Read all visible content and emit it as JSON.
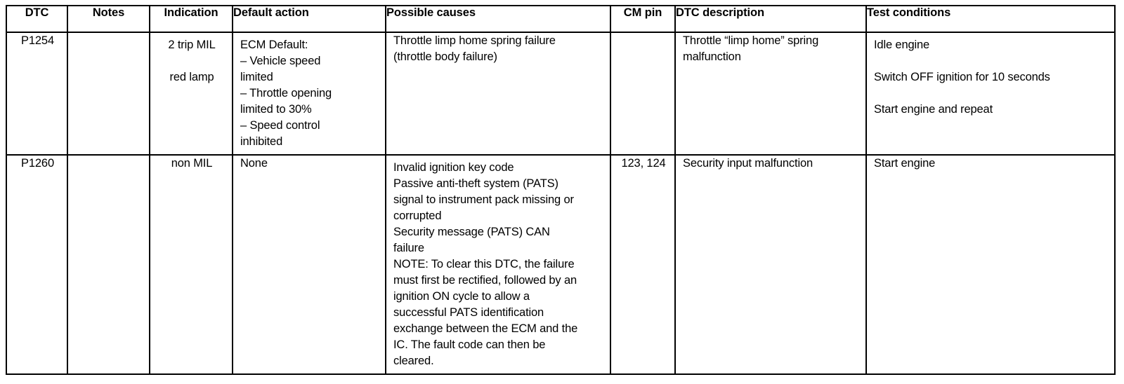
{
  "table": {
    "name": "DTC diagnostic trouble code table",
    "columns": [
      {
        "key": "dtc",
        "label": "DTC"
      },
      {
        "key": "notes",
        "label": "Notes"
      },
      {
        "key": "indication",
        "label": "Indication"
      },
      {
        "key": "default_action",
        "label": "Default action"
      },
      {
        "key": "possible_causes",
        "label": "Possible causes"
      },
      {
        "key": "cm_pin",
        "label": "CM pin"
      },
      {
        "key": "dtc_description",
        "label": "DTC description"
      },
      {
        "key": "test_conditions",
        "label": "Test conditions"
      }
    ],
    "rows": [
      {
        "dtc": "P1254",
        "notes": "",
        "indication_lines": [
          "2 trip MIL",
          "",
          "red lamp"
        ],
        "default_action_lines": [
          "ECM Default:",
          "– Vehicle speed",
          "limited",
          "– Throttle opening",
          "limited to 30%",
          "– Speed control",
          "inhibited"
        ],
        "possible_causes_lines": [
          "Throttle limp home spring failure",
          "(throttle body failure)"
        ],
        "cm_pin": "",
        "dtc_description_lines": [
          "Throttle “limp home” spring",
          "malfunction"
        ],
        "test_conditions_lines": [
          "Idle engine",
          "",
          "Switch OFF ignition for 10 seconds",
          "",
          "Start engine and repeat"
        ]
      },
      {
        "dtc": "P1260",
        "notes": "",
        "indication_lines": [
          "non MIL"
        ],
        "default_action_lines": [
          "None"
        ],
        "possible_causes_lines": [
          "Invalid ignition key code",
          "Passive anti-theft system (PATS)",
          "signal to instrument pack missing or",
          "corrupted",
          "Security message (PATS) CAN",
          "failure",
          "NOTE: To clear this DTC, the failure",
          "must first be rectified, followed by an",
          "ignition ON cycle to allow a",
          "successful PATS identification",
          "exchange between the ECM and the",
          "IC. The fault code can then be",
          "cleared."
        ],
        "cm_pin": "123, 124",
        "dtc_description_lines": [
          "Security input malfunction"
        ],
        "test_conditions_lines": [
          "Start engine"
        ]
      }
    ]
  },
  "colors": {
    "border": "#000000",
    "text": "#000000",
    "background": "#ffffff"
  }
}
